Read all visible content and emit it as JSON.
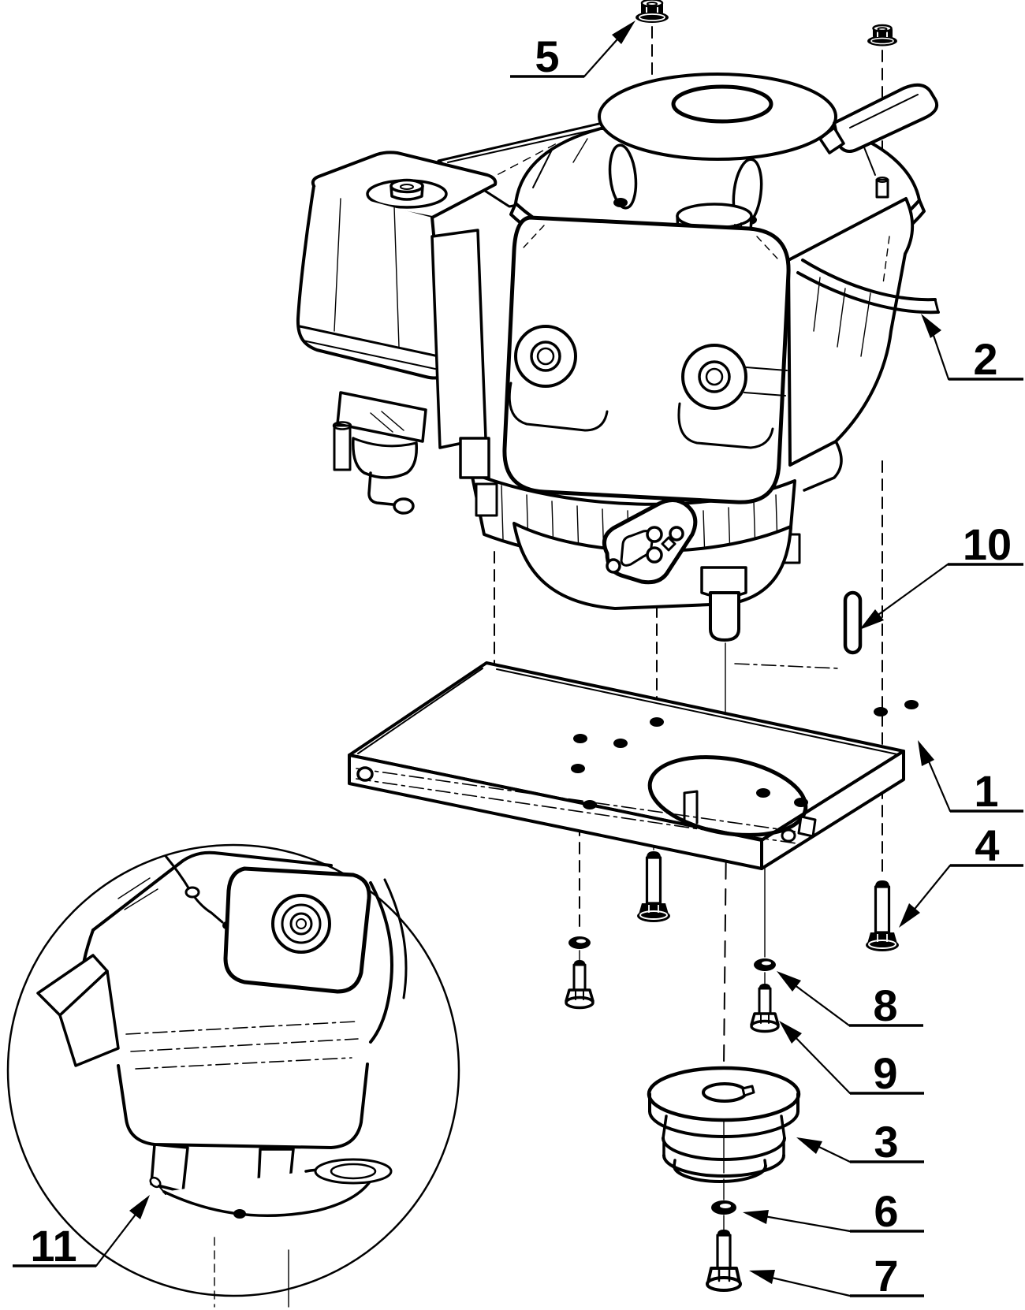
{
  "figure": {
    "callouts": [
      {
        "label": "1"
      },
      {
        "label": "2"
      },
      {
        "label": "3"
      },
      {
        "label": "4"
      },
      {
        "label": "5"
      },
      {
        "label": "6"
      },
      {
        "label": "7"
      },
      {
        "label": "8"
      },
      {
        "label": "9"
      },
      {
        "label": "10"
      },
      {
        "label": "11"
      }
    ]
  },
  "colors": {
    "line": "#000000",
    "background": "#ffffff"
  }
}
